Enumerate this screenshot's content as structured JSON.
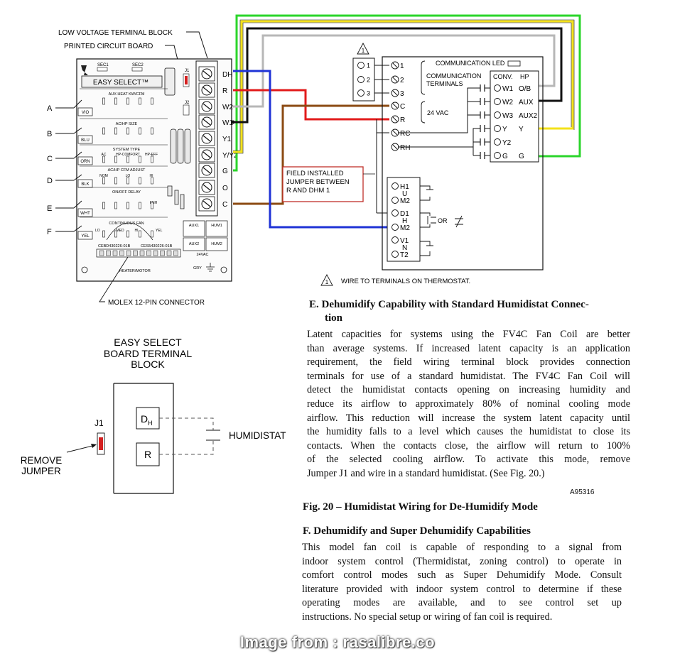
{
  "diagram": {
    "callouts": {
      "low_voltage_terminal_block": "LOW VOLTAGE TERMINAL BLOCK",
      "printed_circuit_board": "PRINTED CIRCUIT BOARD",
      "molex_connector": "MOLEX 12-PIN CONNECTOR"
    },
    "board": {
      "easy_select": "EASY SELECT™",
      "sec1": "SEC1",
      "sec2": "SEC2",
      "j1": "J1",
      "j2": "J2",
      "aux_heat": "AUX HEAT KW/CFM",
      "ac_hp_size": "AC/HP SIZE",
      "system_type": "SYSTEM TYPE",
      "ac_hp_cfm_adjust": "AC/HP CFM ADJUST",
      "on_off_delay": "ON/OFF DELAY",
      "continuous_fan": "CONTINUOUS FAN",
      "sys_ac": "AC",
      "sys_hp_comfort": "HP-COMFORT",
      "sys_hp_eff": "HP-EFF",
      "cfm_nom": "NOM",
      "cfm_lo": "LO",
      "cfm_hi": "HI",
      "fan_lo": "LO",
      "fan_med": "MED",
      "fan_hi": "HI",
      "fan_yel": "YEL",
      "enh": "ENH",
      "aux1": "AUX1",
      "hum1": "HUM1",
      "aux2": "AUX2",
      "hum2": "HUM2",
      "vac24": "24VAC",
      "gry": "GRY",
      "part_left": "CEBD430226-01B",
      "part_right": "CES5430226-01B",
      "heater_motor": "HEATER/MOTOR",
      "wire_colors": [
        "VIO",
        "BLU",
        "ORN",
        "BLK",
        "WHT",
        "YEL"
      ],
      "row_letters": [
        "A",
        "B",
        "C",
        "D",
        "E",
        "F"
      ],
      "terminals": [
        "DH",
        "R",
        "W2",
        "W1",
        "Y1",
        "Y/Y2",
        "G",
        "O",
        "C"
      ]
    },
    "thermostat": {
      "warning_number": "1",
      "comm_led": "COMMUNICATION LED",
      "comm_terminals_l1": "COMMUNICATION",
      "comm_terminals_l2": "TERMINALS",
      "vac": "24 VAC",
      "conv": "CONV.",
      "hp": "HP",
      "left_terminals": [
        "1",
        "2",
        "3",
        "C",
        "R",
        "RC",
        "RH"
      ],
      "right_terminals": [
        "W1",
        "W2",
        "W3",
        "Y",
        "Y2",
        "G"
      ],
      "hp_labels": [
        "O/B",
        "AUX",
        "AUX2",
        "Y",
        "",
        "G"
      ],
      "h_group": [
        "H1",
        "U",
        "M2"
      ],
      "d_group": [
        "D1",
        "H",
        "M2"
      ],
      "v_group": [
        "V1",
        "N",
        "T2"
      ],
      "or_label": "OR",
      "field_jumper_l1": "FIELD INSTALLED",
      "field_jumper_l2": "JUMPER BETWEEN",
      "field_jumper_l3": "R AND DHM 1",
      "wire_note": "WIRE TO TERMINALS ON THERMOSTAT."
    },
    "humidistat": {
      "title_l1": "EASY SELECT",
      "title_l2": "BOARD TERMINAL",
      "title_l3": "BLOCK",
      "j1": "J1",
      "remove_l1": "REMOVE",
      "remove_l2": "JUMPER",
      "dh_main": "D",
      "dh_sub": "H",
      "r": "R",
      "label": "HUMIDISTAT"
    },
    "wire_colors_hex": {
      "green": "#2bd52b",
      "yellow": "#f4e21a",
      "black": "#111111",
      "gray": "#b7b7b7",
      "blue": "#1f33d6",
      "red": "#e21b1b",
      "brown": "#8b4a12",
      "fieldbox": "#c0302a"
    }
  },
  "section_e": {
    "title_l1": "E.  Dehumidify Capability with Standard Humidistat Connec-",
    "title_l2": "tion",
    "lines": [
      "Latent capacities for systems using the FV4C Fan Coil are better",
      "than average systems. If increased latent capacity is an application",
      "requirement, the field wiring terminal block provides connection",
      "terminals for use of a standard humidistat. The FV4C Fan Coil will",
      "detect the humidistat contacts opening on increasing humidity and",
      "reduce its airflow to approximately 80% of nominal cooling mode",
      "airflow. This reduction will increase the system latent capacity until",
      "the humidity falls to a level which causes the humidistat to close its",
      "contacts. When the contacts close, the airflow will return to 100%",
      "of the selected cooling airflow. To activate this mode, remove",
      "Jumper J1 and wire in a standard humidistat. (See Fig. 20.)"
    ]
  },
  "figure": {
    "code": "A95316",
    "caption": "Fig. 20 – Humidistat Wiring for De-Humidify Mode"
  },
  "section_f": {
    "title": "F.  Dehumidify and Super Dehumidify Capabilities",
    "lines": [
      "This model fan coil is capable of responding to a signal from",
      "indoor system control (Thermidistat, zoning control) to operate in",
      "comfort control modes such as Super Dehumidify Mode. Consult",
      "literature provided with indoor system control to determine if these",
      "operating modes are available, and to see control set up",
      "instructions. No special setup or wiring of fan coil is required."
    ]
  },
  "watermark": "Image from : rasalibre.co"
}
